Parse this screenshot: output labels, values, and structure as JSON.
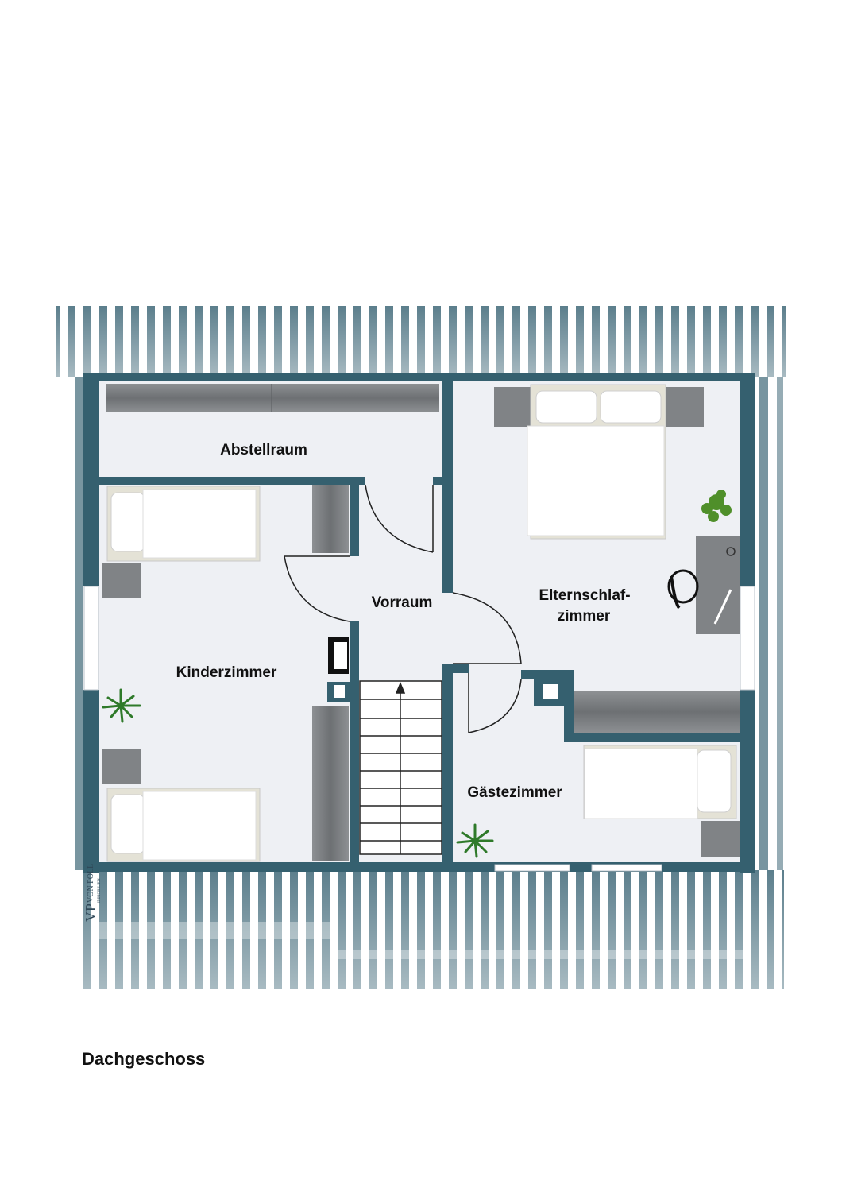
{
  "floor_name": "Dachgeschoss",
  "rooms": {
    "abstellraum": "Abstellraum",
    "vorraum": "Vorraum",
    "kinderzimmer": "Kinderzimmer",
    "elternschlafzimmer_line1": "Elternschlaf-",
    "elternschlafzimmer_line2": "zimmer",
    "gaestezimmer": "Gästezimmer"
  },
  "branding": {
    "logo_monogram": "VP",
    "logo_name": "VON POLL",
    "logo_sub": "IMMOBILIEN",
    "credit": "McGrundriss"
  },
  "colors": {
    "wall": "#35606f",
    "floor": "#eef0f4",
    "roof_stripe": "#3f6878",
    "furniture": "#7a7d80",
    "bedding": "#ffffff",
    "plant": "#2f7a2a"
  }
}
